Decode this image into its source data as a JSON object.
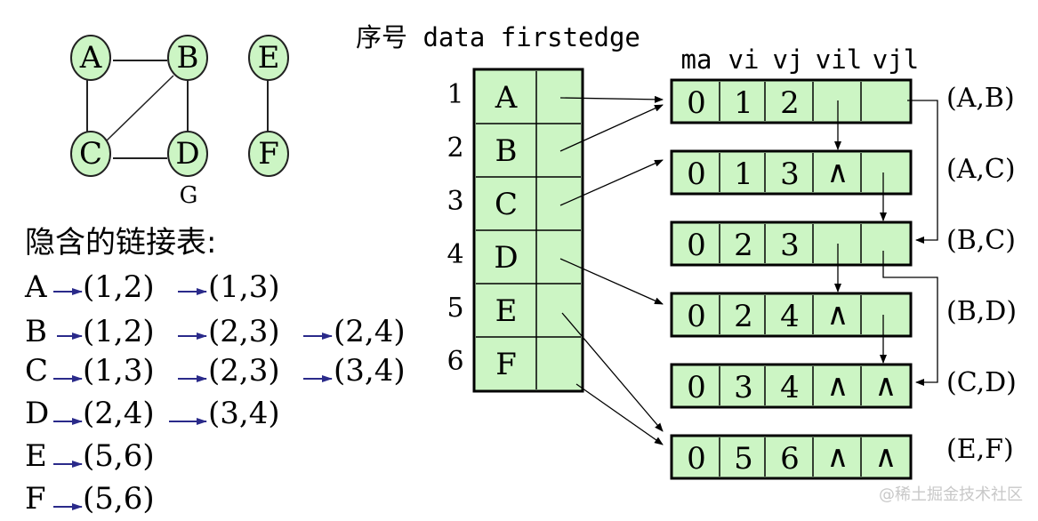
{
  "graph": {
    "nodes": [
      "A",
      "B",
      "C",
      "D",
      "E",
      "F"
    ],
    "edges": [
      [
        "A",
        "B"
      ],
      [
        "A",
        "C"
      ],
      [
        "B",
        "C"
      ],
      [
        "B",
        "D"
      ],
      [
        "C",
        "D"
      ],
      [
        "E",
        "F"
      ]
    ],
    "label": "G",
    "fill": "#ccf5c4",
    "stroke": "#222222"
  },
  "implicit_list": {
    "title": "隐含的链接表:",
    "rows": [
      {
        "vertex": "A",
        "pairs": [
          "(1,2)",
          "(1,3)"
        ]
      },
      {
        "vertex": "B",
        "pairs": [
          "(1,2)",
          "(2,3)",
          "(2,4)"
        ]
      },
      {
        "vertex": "C",
        "pairs": [
          "(1,3)",
          "(2,3)",
          "(3,4)"
        ]
      },
      {
        "vertex": "D",
        "pairs": [
          "(2,4)",
          "(3,4)"
        ]
      },
      {
        "vertex": "E",
        "pairs": [
          "(5,6)"
        ]
      },
      {
        "vertex": "F",
        "pairs": [
          "(5,6)"
        ]
      }
    ],
    "arrow_color": "#2a2a8a"
  },
  "vertex_table": {
    "header": "序号 data firstedge",
    "indices": [
      "1",
      "2",
      "3",
      "4",
      "5",
      "6"
    ],
    "data": [
      "A",
      "B",
      "C",
      "D",
      "E",
      "F"
    ]
  },
  "edge_table": {
    "columns": [
      "ma",
      "vi",
      "vj",
      "vil",
      "vjl"
    ],
    "rows": [
      {
        "ma": "0",
        "vi": "1",
        "vj": "2",
        "vil": "",
        "vjl": "",
        "edge": "(A,B)"
      },
      {
        "ma": "0",
        "vi": "1",
        "vj": "3",
        "vil": "∧",
        "vjl": "",
        "edge": "(A,C)"
      },
      {
        "ma": "0",
        "vi": "2",
        "vj": "3",
        "vil": "",
        "vjl": "",
        "edge": "(B,C)"
      },
      {
        "ma": "0",
        "vi": "2",
        "vj": "4",
        "vil": "∧",
        "vjl": "",
        "edge": "(B,D)"
      },
      {
        "ma": "0",
        "vi": "3",
        "vj": "4",
        "vil": "∧",
        "vjl": "∧",
        "edge": "(C,D)"
      },
      {
        "ma": "0",
        "vi": "5",
        "vj": "6",
        "vil": "∧",
        "vjl": "∧",
        "edge": "(E,F)"
      }
    ],
    "cell_fill": "#ccf5c4"
  },
  "watermark": "@稀土掘金技术社区"
}
